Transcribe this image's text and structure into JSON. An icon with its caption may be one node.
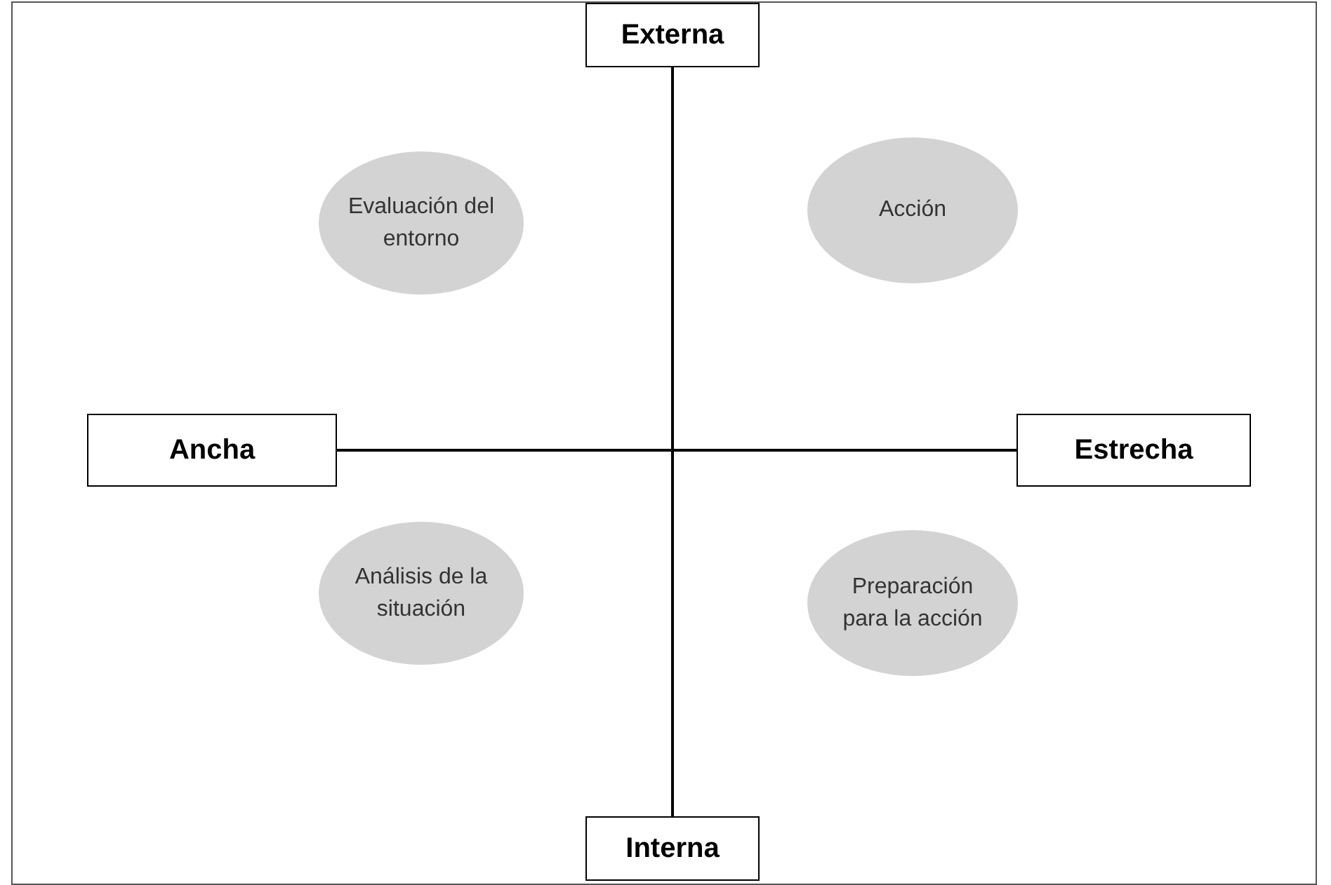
{
  "diagram": {
    "nodes": [
      {
        "text": [
          "Externa"
        ]
      },
      {
        "text": [
          "Evaluación del entorno"
        ]
      },
      {
        "text": [
          "Acción"
        ]
      },
      {
        "text": [
          "Ancha"
        ]
      },
      {
        "text": [
          "Estrecha"
        ]
      },
      {
        "text": [
          "Análisis de la situación"
        ]
      },
      {
        "text": [
          "Preparación para la acción"
        ]
      },
      {
        "text": [
          "Interna"
        ]
      }
    ],
    "edges": [
      {
        "from": 0,
        "to": 7,
        "arrow": "none"
      },
      {
        "from": 3,
        "to": 4,
        "arrow": "none"
      }
    ]
  }
}
